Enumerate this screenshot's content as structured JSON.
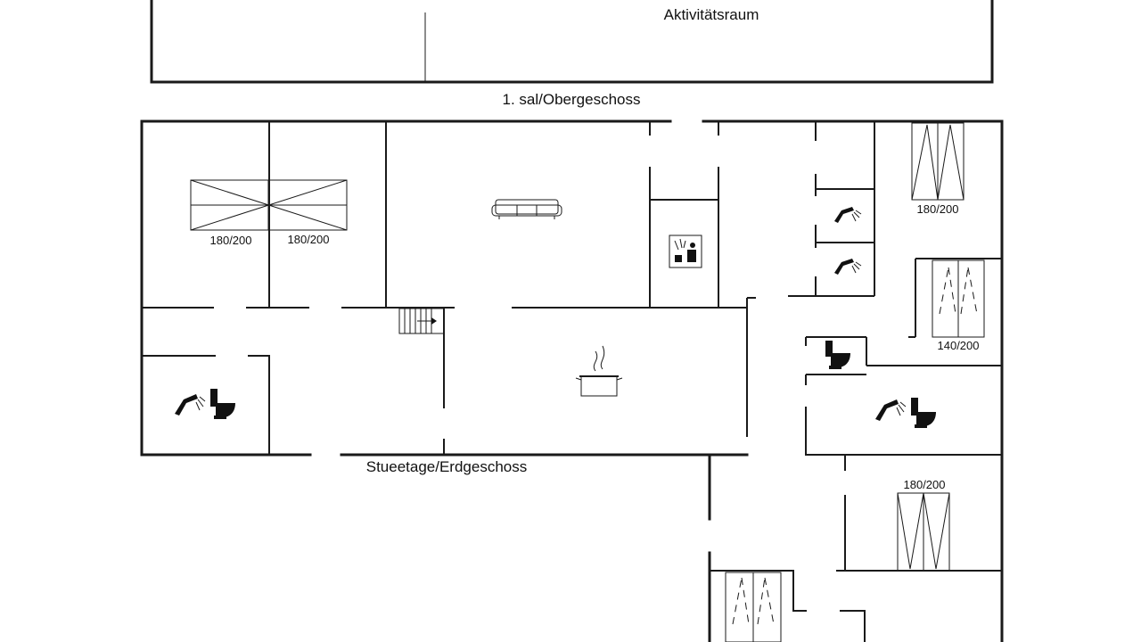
{
  "upper_floor": {
    "room_label": "Aktivitätsraum",
    "floor_label": "1. sal/Obergeschoss"
  },
  "ground_floor": {
    "floor_label": "Stueetage/Erdgeschoss",
    "bed_sizes": {
      "bed_1": "180/200",
      "bed_2": "180/200",
      "bed_3": "180/200",
      "bed_4": "140/200",
      "bed_5": "180/200"
    }
  }
}
